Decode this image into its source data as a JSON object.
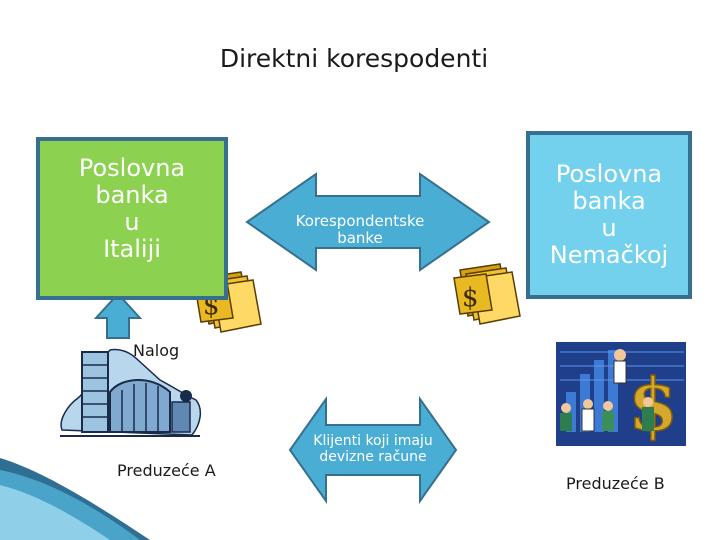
{
  "title": "Direktni korespodenti",
  "bank_italy": "Poslovna\nbanka\nu\nItaliji",
  "bank_germany": "Poslovna\nbanka\nu\nNemačkoj",
  "correspondent_arrow": "Korespondentske\nbanke",
  "clients_arrow": "Klijenti koji imaju\ndevizne račune",
  "order_label": "Nalog",
  "company_a": "Preduzeće A",
  "company_b": "Preduzeće B",
  "dollar_sign": "$",
  "colors": {
    "green_box": "#8cd14f",
    "blue_box": "#73d1ed",
    "arrow_fill": "#4aaed4",
    "border": "#36708e"
  },
  "icons": [
    "money-stack-icon",
    "factory-clipart-icon",
    "business-people-clipart-icon",
    "corner-swoosh-icon"
  ]
}
